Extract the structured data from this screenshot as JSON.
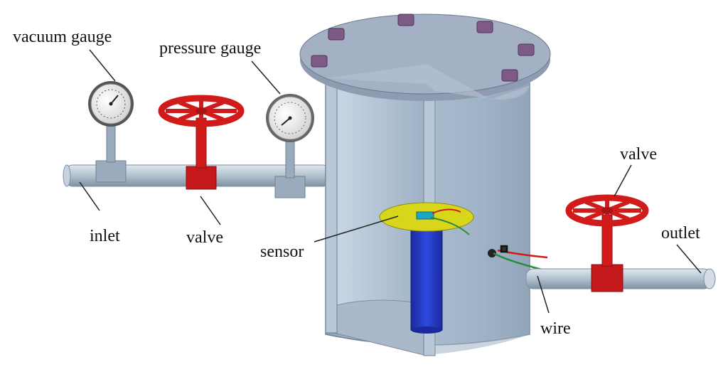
{
  "labels": {
    "vacuum_gauge": "vacuum gauge",
    "pressure_gauge": "pressure gauge",
    "inlet": "inlet",
    "valve_inlet": "valve",
    "sensor": "sensor",
    "valve_outlet": "valve",
    "outlet": "outlet",
    "wire": "wire"
  },
  "colors": {
    "vessel_body": "#a9bccf",
    "vessel_shadow": "#8596aa",
    "vessel_inner": "#c7d6e4",
    "flange_top": "#9aa7bb",
    "bolt": "#7d5b86",
    "pipe": "#aebdcc",
    "valve_red": "#d11b1b",
    "sensor_yellow": "#d8d61a",
    "sensor_post": "#1f35c2",
    "gauge_face": "#e8e8e8",
    "wire_red": "#d11b1b",
    "wire_green": "#2c8a3a"
  }
}
